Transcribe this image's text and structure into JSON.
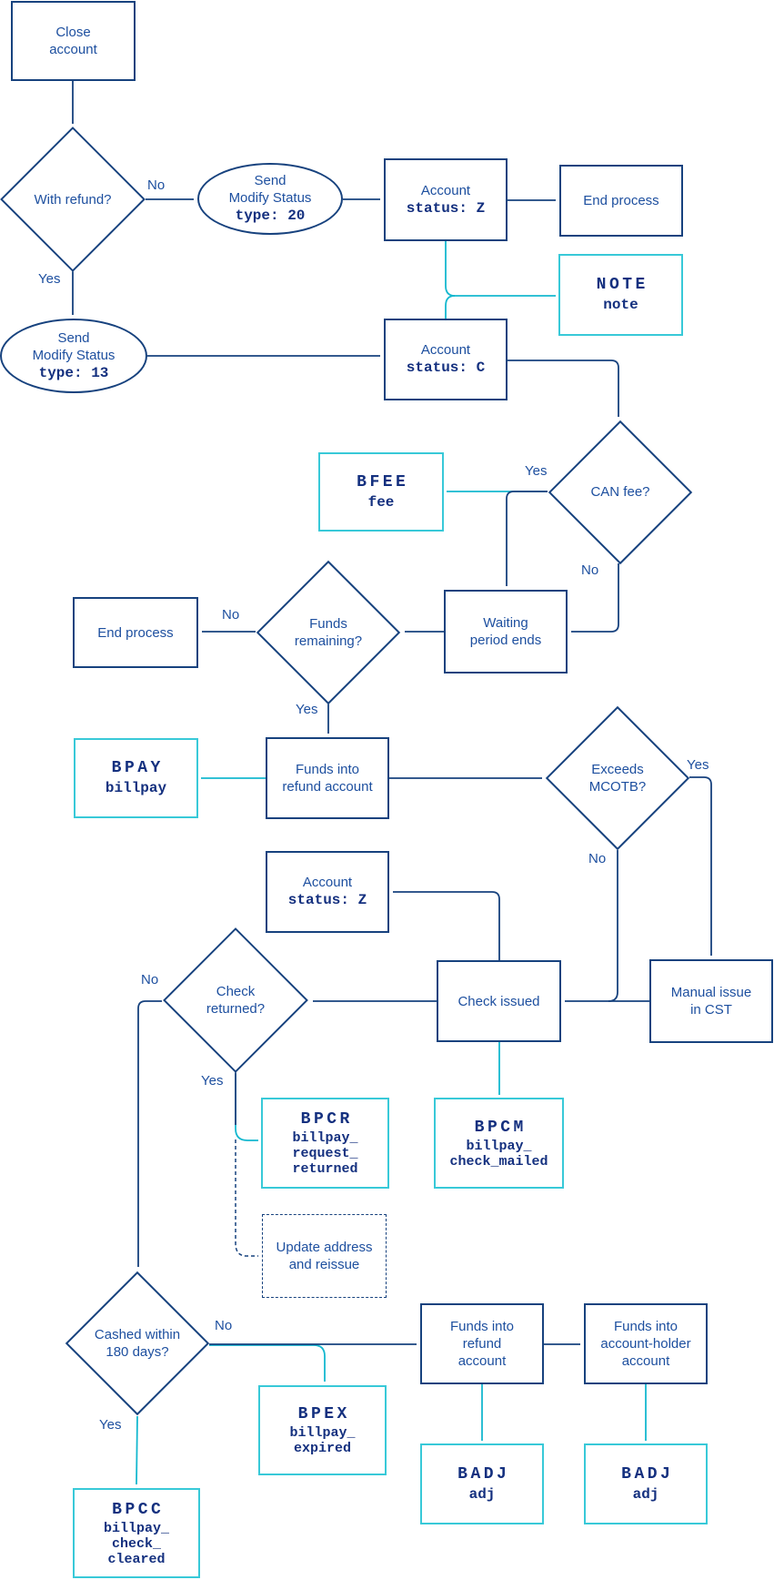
{
  "colors": {
    "navy": "#17427e",
    "teal_border": "#38c9d8",
    "teal_line": "#14b8cf",
    "sans_text": "#1d4f9f",
    "mono_text": "#14307f"
  },
  "nodes": {
    "close_account": {
      "line1": "Close",
      "line2": "account"
    },
    "with_refund": {
      "line1": "With refund?"
    },
    "send_modify_20": {
      "line1": "Send",
      "line2": "Modify Status",
      "line3": "type: 20"
    },
    "account_status_z1": {
      "line1": "Account",
      "line2": "status: Z"
    },
    "end_process_1": {
      "line1": "End process"
    },
    "note": {
      "line1": "NOTE",
      "line2": "note"
    },
    "send_modify_13": {
      "line1": "Send",
      "line2": "Modify Status",
      "line3": "type: 13"
    },
    "account_status_c": {
      "line1": "Account",
      "line2": "status: C"
    },
    "can_fee": {
      "line1": "CAN fee?"
    },
    "bfee": {
      "line1": "BFEE",
      "line2": "fee"
    },
    "waiting_period": {
      "line1": "Waiting",
      "line2": "period ends"
    },
    "funds_remaining": {
      "line1": "Funds",
      "line2": "remaining?"
    },
    "end_process_2": {
      "line1": "End process"
    },
    "funds_into_refund_1": {
      "line1": "Funds into",
      "line2": "refund account"
    },
    "bpay": {
      "line1": "BPAY",
      "line2": "billpay"
    },
    "exceeds_mcotb": {
      "line1": "Exceeds",
      "line2": "MCOTB?"
    },
    "account_status_z2": {
      "line1": "Account",
      "line2": "status: Z"
    },
    "check_returned": {
      "line1": "Check",
      "line2": "returned?"
    },
    "check_issued": {
      "line1": "Check issued"
    },
    "manual_issue": {
      "line1": "Manual issue",
      "line2": "in CST"
    },
    "bpcr": {
      "line1": "BPCR",
      "line2": "billpay_",
      "line3": "request_",
      "line4": "returned"
    },
    "bpcm": {
      "line1": "BPCM",
      "line2": "billpay_",
      "line3": "check_mailed"
    },
    "update_address": {
      "line1": "Update address",
      "line2": "and reissue"
    },
    "cashed_within": {
      "line1": "Cashed within",
      "line2": "180 days?"
    },
    "bpex": {
      "line1": "BPEX",
      "line2": "billpay_",
      "line3": "expired"
    },
    "funds_into_refund_2": {
      "line1": "Funds into",
      "line2": "refund",
      "line3": "account"
    },
    "funds_into_holder": {
      "line1": "Funds into",
      "line2": "account-holder",
      "line3": "account"
    },
    "bpcc": {
      "line1": "BPCC",
      "line2": "billpay_",
      "line3": "check_",
      "line4": "cleared"
    },
    "badj_1": {
      "line1": "BADJ",
      "line2": "adj"
    },
    "badj_2": {
      "line1": "BADJ",
      "line2": "adj"
    }
  },
  "edge_labels": {
    "no_with_refund": "No",
    "yes_with_refund": "Yes",
    "yes_can_fee": "Yes",
    "no_can_fee": "No",
    "no_funds_remaining": "No",
    "yes_funds_remaining": "Yes",
    "yes_exceeds": "Yes",
    "no_exceeds": "No",
    "no_check_returned": "No",
    "yes_check_returned": "Yes",
    "no_cashed": "No",
    "yes_cashed": "Yes"
  }
}
